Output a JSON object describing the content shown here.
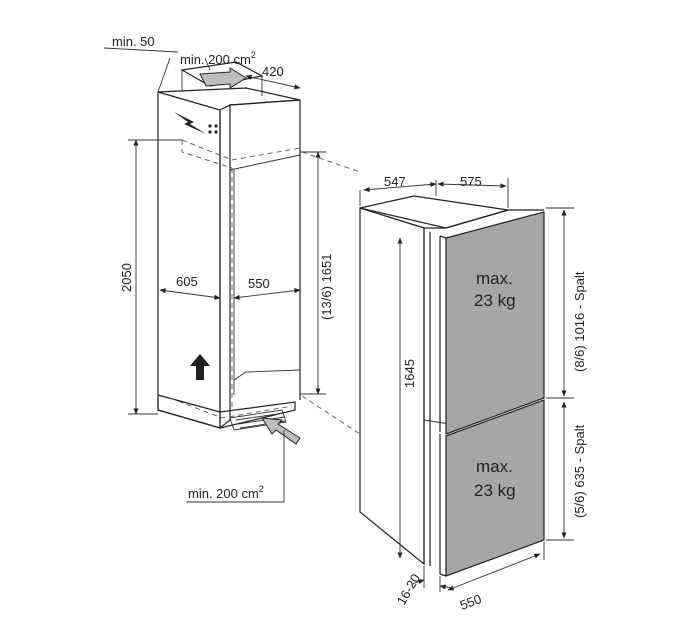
{
  "niche": {
    "min_gap_top": "min. 50",
    "vent_top": "min. 200 cm",
    "vent_top_sup": "2",
    "depth": "420",
    "height": "2050",
    "width": "605",
    "inner_depth": "550",
    "inner_height": "(13/6) 1651",
    "vent_bottom": "min. 200 cm",
    "vent_bottom_sup": "2"
  },
  "appliance": {
    "depth": "547",
    "width": "575",
    "height": "1645",
    "door_gap": "16-20",
    "door_width": "550",
    "upper_door_label": "(8/6) 1016 - Spalt",
    "lower_door_label": "(5/6) 635 - Spalt",
    "upper_load_line1": "max.",
    "upper_load_line2": "23 kg",
    "lower_load_line1": "max.",
    "lower_load_line2": "23 kg"
  },
  "colors": {
    "door_fill": "#a6a6a6",
    "line": "#222222"
  }
}
